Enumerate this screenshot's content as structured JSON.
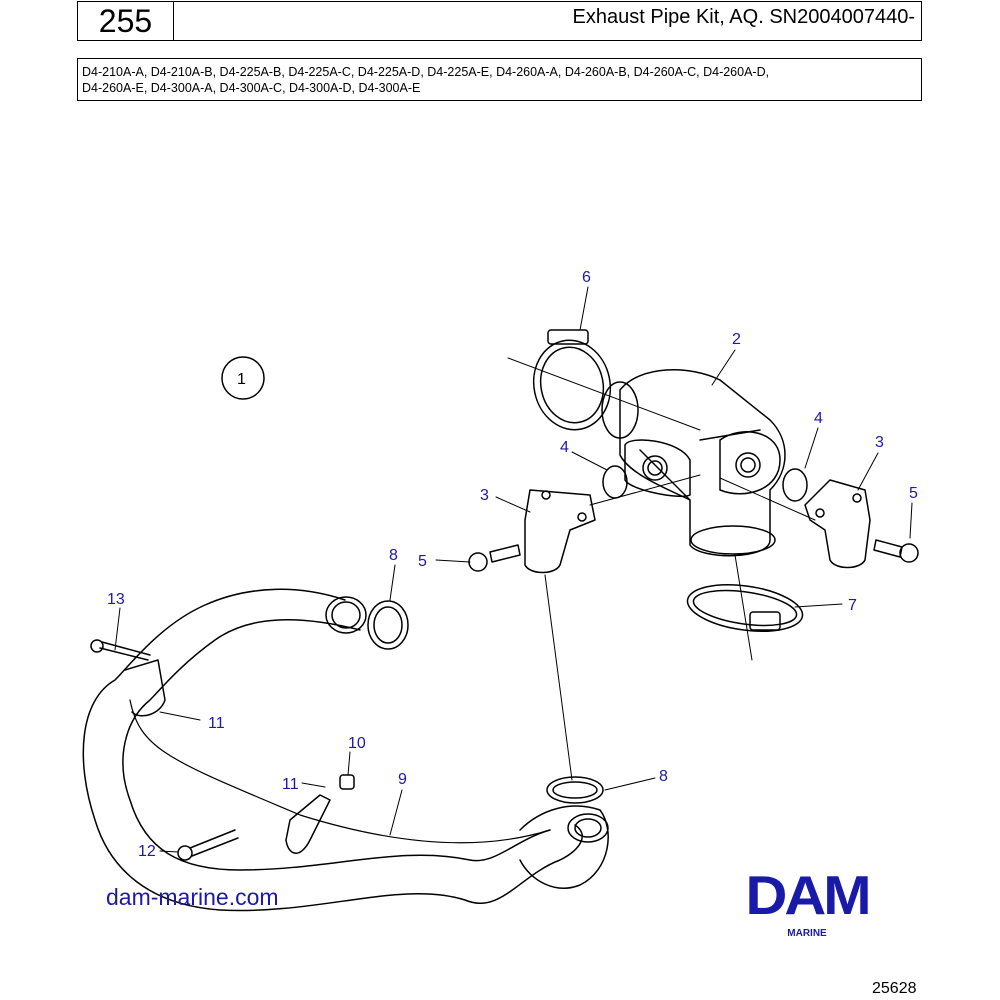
{
  "header": {
    "page_number": "255",
    "title": "Exhaust Pipe Kit, AQ. SN2004007440-"
  },
  "models": {
    "line1": "D4-210A-A, D4-210A-B, D4-225A-B, D4-225A-C, D4-225A-D, D4-225A-E, D4-260A-A, D4-260A-B, D4-260A-C, D4-260A-D,",
    "line2": "D4-260A-E, D4-300A-A, D4-300A-C, D4-300A-D, D4-300A-E"
  },
  "callouts": {
    "c1": "1",
    "c2": "2",
    "c3a": "3",
    "c3b": "3",
    "c4a": "4",
    "c4b": "4",
    "c5a": "5",
    "c5b": "5",
    "c6": "6",
    "c7": "7",
    "c8a": "8",
    "c8b": "8",
    "c9": "9",
    "c10": "10",
    "c11a": "11",
    "c11b": "11",
    "c12": "12",
    "c13": "13"
  },
  "footer": {
    "website": "dam-marine.com",
    "logo_word": "DAM",
    "logo_sub": "MARINE",
    "ref_number": "25628"
  },
  "colors": {
    "callout": "#1a1aa8",
    "brand": "#1a1aa8",
    "line": "#000000"
  }
}
